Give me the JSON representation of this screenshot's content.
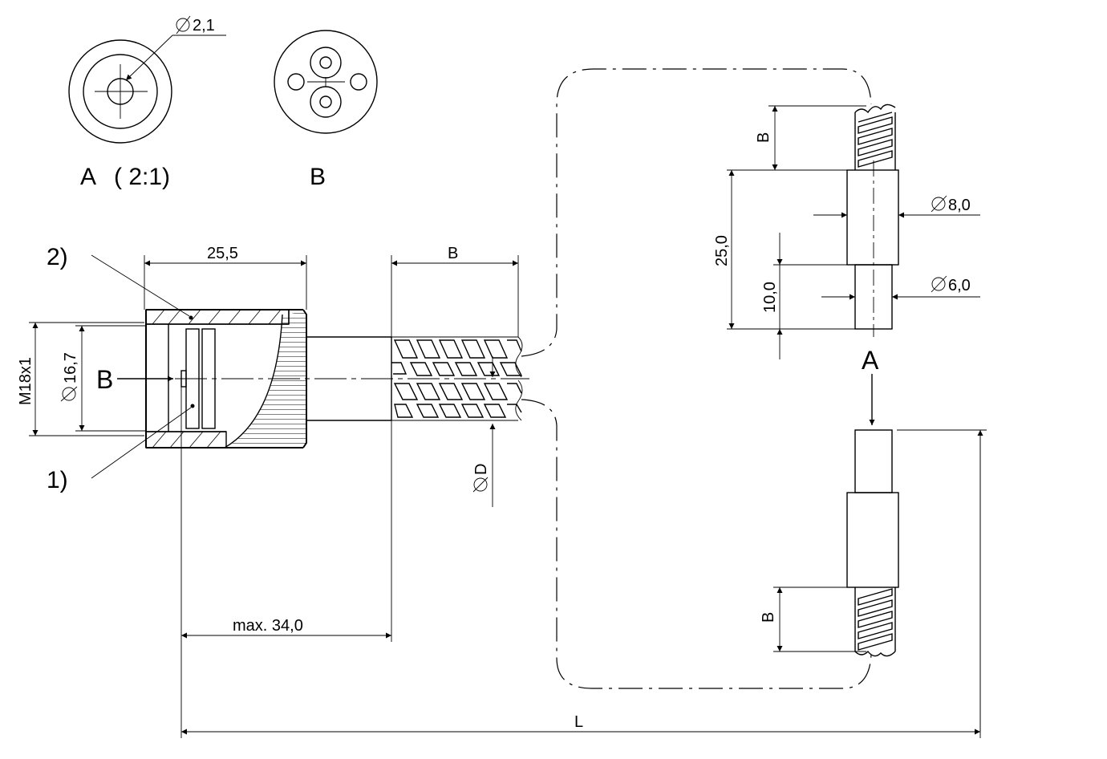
{
  "views": {
    "A": {
      "label": "A",
      "scale": "( 2:1)",
      "hole_dia": "2,1"
    },
    "B": {
      "label": "B"
    }
  },
  "callouts": {
    "item1": "1)",
    "item2": "2)"
  },
  "dimensions": {
    "head_length": "25,5",
    "thread": "M18x1",
    "bore_dia": "16,7",
    "arrow_b": "B",
    "sheath_length": "B",
    "cable_dia": "D",
    "max_length": "max. 34,0",
    "total_length": "L",
    "tip_sheath": "B",
    "tip_length": "25,0",
    "tip_sleeve": "10,0",
    "tip_dia_outer": "8,0",
    "tip_dia_inner": "6,0",
    "arrow_a": "A",
    "bottom_sheath": "B"
  }
}
